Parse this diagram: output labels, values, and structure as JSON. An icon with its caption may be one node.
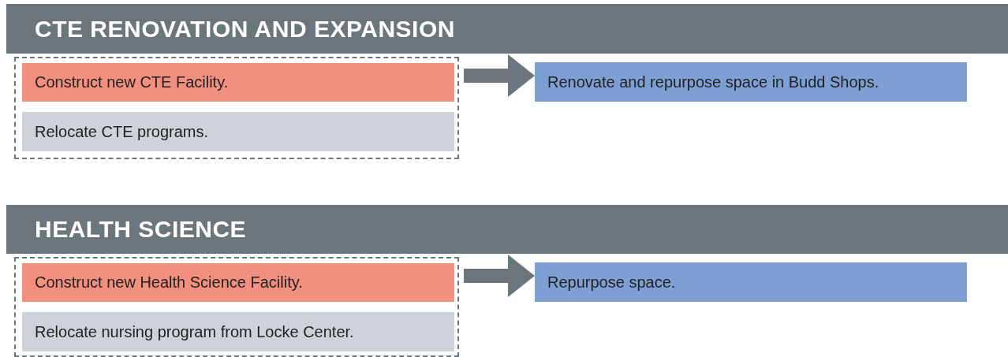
{
  "diagram": {
    "nodes": [
      {
        "text": [
          "CTE RENOVATION AND EXPANSION"
        ]
      },
      {
        "text": [],
        "shape": "box"
      },
      {
        "text": [
          "Construct new CTE Facility."
        ],
        "in": 1
      },
      {
        "text": [
          "Relocate CTE programs."
        ],
        "in": 1
      },
      {
        "text": [
          "Renovate and repurpose space in Budd Shops."
        ]
      },
      {
        "text": [
          "HEALTH SCIENCE"
        ]
      },
      {
        "text": [],
        "shape": "box"
      },
      {
        "text": [
          "Construct new Health Science Facility."
        ],
        "in": 6
      },
      {
        "text": [
          "Relocate nursing program from Locke Center."
        ],
        "in": 6
      },
      {
        "text": [
          "Repurpose space."
        ]
      }
    ],
    "edges": [
      {
        "from": 1,
        "to": 4,
        "arrow": "to"
      },
      {
        "from": 6,
        "to": 9,
        "arrow": "to"
      }
    ]
  }
}
